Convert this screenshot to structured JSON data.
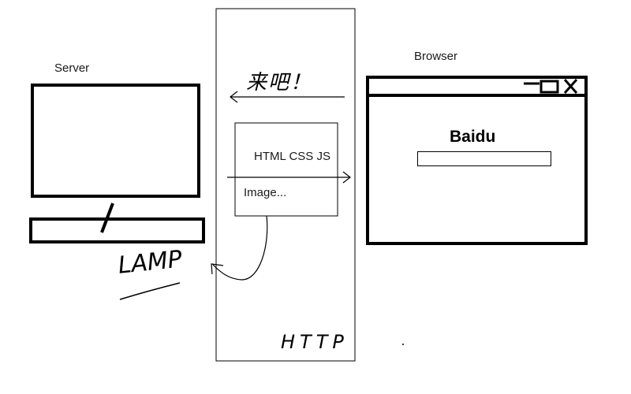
{
  "colors": {
    "stroke": "#000000",
    "background": "#ffffff"
  },
  "server": {
    "label": "Server"
  },
  "browser": {
    "label": "Browser",
    "window_controls": [
      "—",
      "☐",
      "X"
    ],
    "page_title": "Baidu",
    "search_value": ""
  },
  "http": {
    "label": "HTTP",
    "request_note": "来吧！",
    "packet_line1": "HTML CSS JS",
    "packet_line2": "Image..."
  },
  "lamp": {
    "label": "LAMP"
  },
  "icons": {
    "request_arrow": "arrow-left-icon",
    "response_arrow": "arrow-right-icon",
    "return_arrow": "curved-arrow-icon",
    "minimize": "minimize-icon",
    "maximize": "maximize-icon",
    "close": "close-icon"
  }
}
